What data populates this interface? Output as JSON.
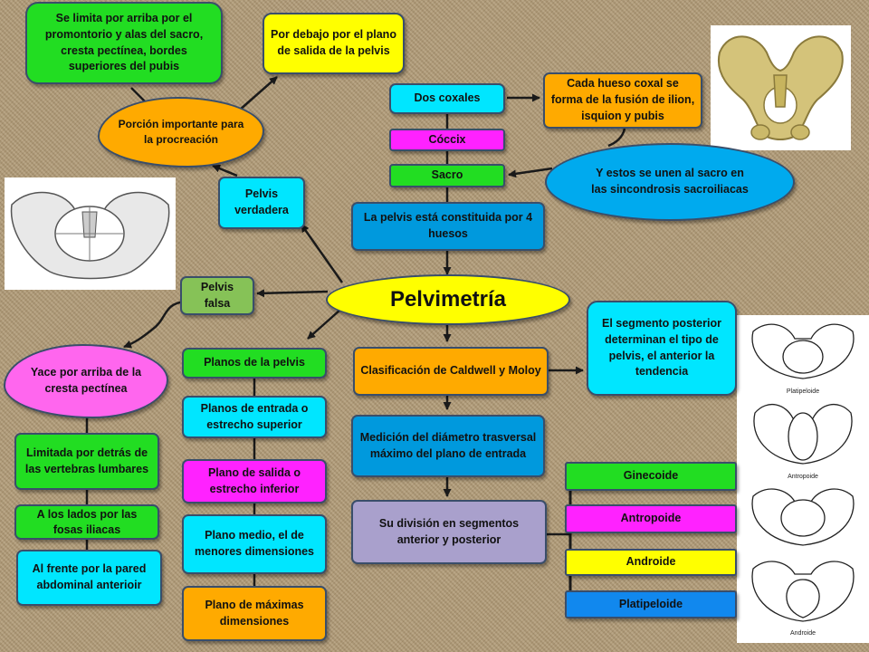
{
  "center": {
    "title": "Pelvimetría"
  },
  "left": {
    "boundary_top": "Se limita por arriba por el promontorio y alas del sacro, cresta pectínea, bordes superiores del pubis",
    "porcion": "Porción importante para la procreación",
    "boundary_outlet": "Por debajo por el plano de salida de la pelvis",
    "verdadera": "Pelvis verdadera",
    "falsa": "Pelvis falsa",
    "yace": "Yace por arriba de la cresta pectínea",
    "limitada": "Limitada por detrás de las vertebras lumbares",
    "lados": "A los lados por las fosas iliacas",
    "frente": "Al frente por la pared abdominal anterioir"
  },
  "planes": {
    "title": "Planos de la pelvis",
    "items": [
      "Planos de entrada o estrecho superior",
      "Plano de salida o estrecho inferior",
      "Plano medio, el de menores dimensiones",
      "Plano de máximas dimensiones"
    ]
  },
  "bones": {
    "coxales": "Dos coxales",
    "coccix": "Cóccix",
    "sacro": "Sacro",
    "constituida": "La pelvis está constituida por 4 huesos",
    "coxal_fusion": "Cada hueso coxal se forma de la fusión de ilion, isquion y pubis",
    "sincondrosis": "Y estos se unen al sacro en las sincondrosis sacroiliacas"
  },
  "classification": {
    "title": "Clasificación de Caldwell y Moloy",
    "posterior_note": "El segmento posterior determinan el tipo de pelvis, el anterior la tendencia",
    "medicion": "Medición del diámetro trasversal máximo del plano de entrada",
    "division": "Su división en segmentos anterior y posterior",
    "types": [
      "Ginecoide",
      "Antropoide",
      "Androide",
      "Platipeloide"
    ]
  },
  "images": {
    "pelvis_types": [
      "Platipeloide",
      "Antropoide",
      "Androide"
    ]
  },
  "colors": {
    "green": "#22dd22",
    "yellow": "#ffff00",
    "orange": "#ffaa00",
    "cyan": "#00e6ff",
    "blue": "#0099dd",
    "magenta": "#ff22ff",
    "pink": "#ff66ee",
    "lavender": "#a9a0cc",
    "olive": "#86c257",
    "border": "#3a4e6a",
    "background": "#b09a76"
  }
}
